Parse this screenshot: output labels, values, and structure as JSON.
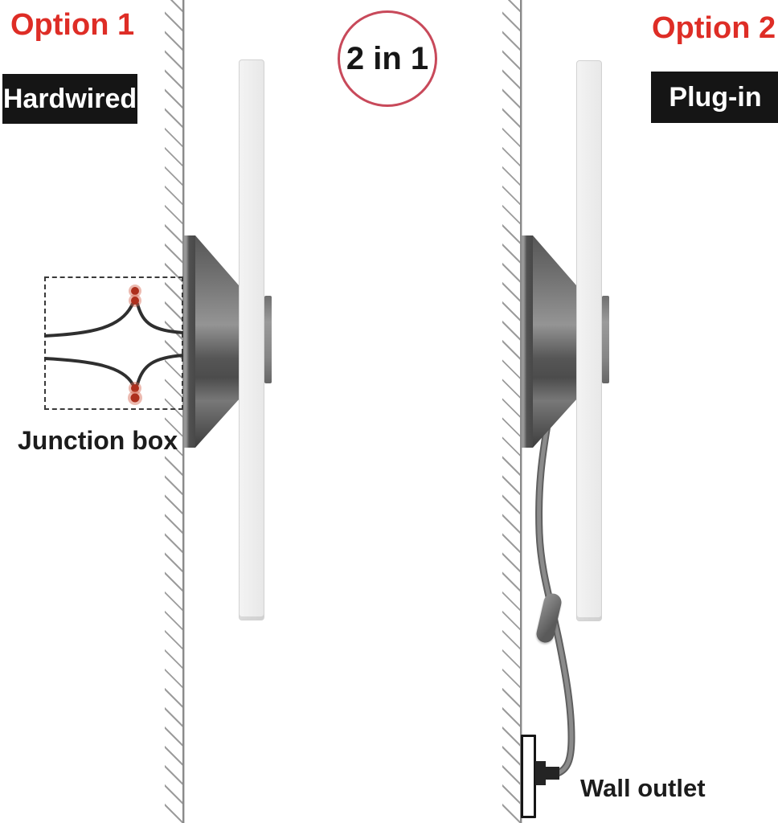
{
  "left": {
    "title": "Option 1",
    "tag": "Hardwired",
    "junction_label": "Junction box"
  },
  "badge": {
    "text": "2 in 1"
  },
  "right": {
    "title": "Option 2",
    "tag": "Plug-in",
    "outlet_label": "Wall outlet"
  },
  "colors": {
    "accent_red": "#de2d26",
    "badge_border": "#c8495a",
    "label_bg": "#151515",
    "label_text": "#ffffff",
    "wire_color": "#2f2f2f",
    "wire_dot_red": "#ad2f1d",
    "cord_gray": "#787878",
    "wall_line_gray": "#8a8a8a"
  }
}
